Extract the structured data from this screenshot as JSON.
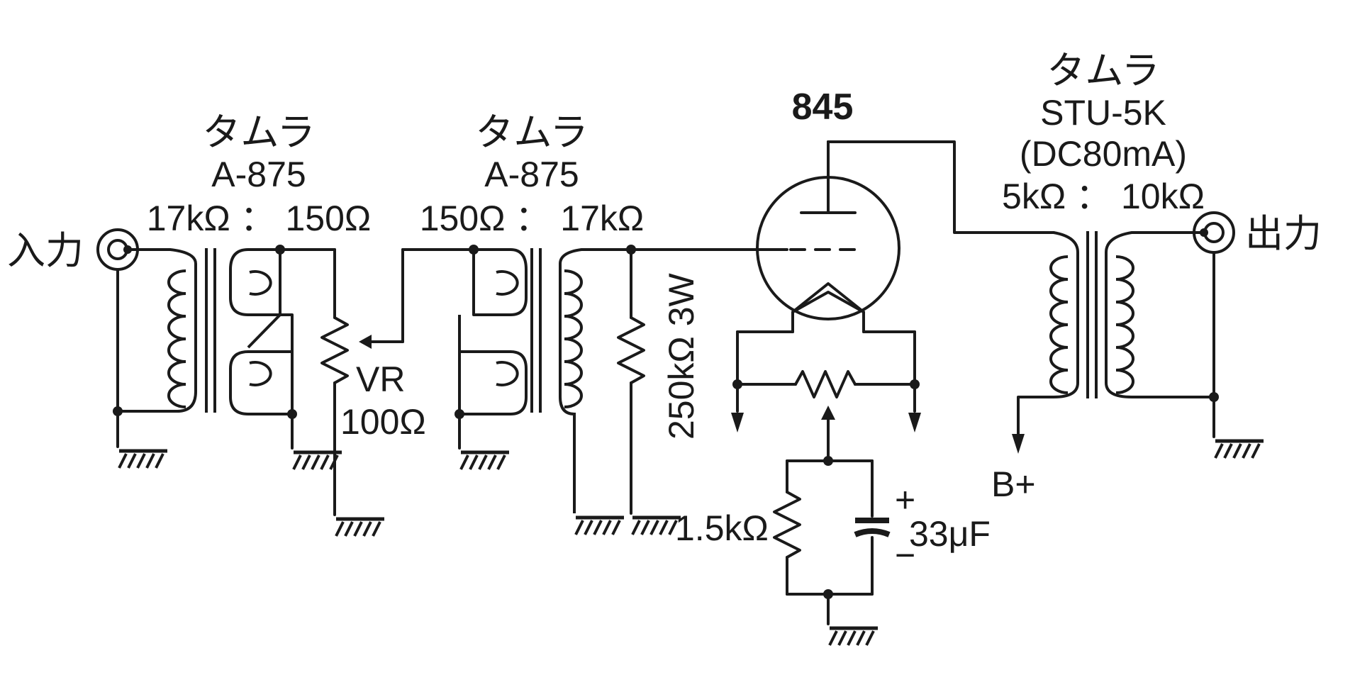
{
  "input_label": "入力",
  "output_label": "出力",
  "transformer1": {
    "maker": "タムラ",
    "model": "A-875",
    "ratio": "17kΩ ： 150Ω"
  },
  "transformer2": {
    "maker": "タムラ",
    "model": "A-875",
    "ratio": "150Ω ： 17kΩ"
  },
  "volume": {
    "name": "VR",
    "value": "100Ω"
  },
  "grid_resistor": "250kΩ 3W",
  "tube": "845",
  "cathode_resistor": "1.5kΩ",
  "cathode_capacitor": "33μF",
  "cap_plus": "+",
  "cap_minus": "−",
  "output_transformer": {
    "maker": "タムラ",
    "model": "STU-5K",
    "spec": "(DC80mA)",
    "ratio": "5kΩ ： 10kΩ"
  },
  "b_plus": "B+"
}
